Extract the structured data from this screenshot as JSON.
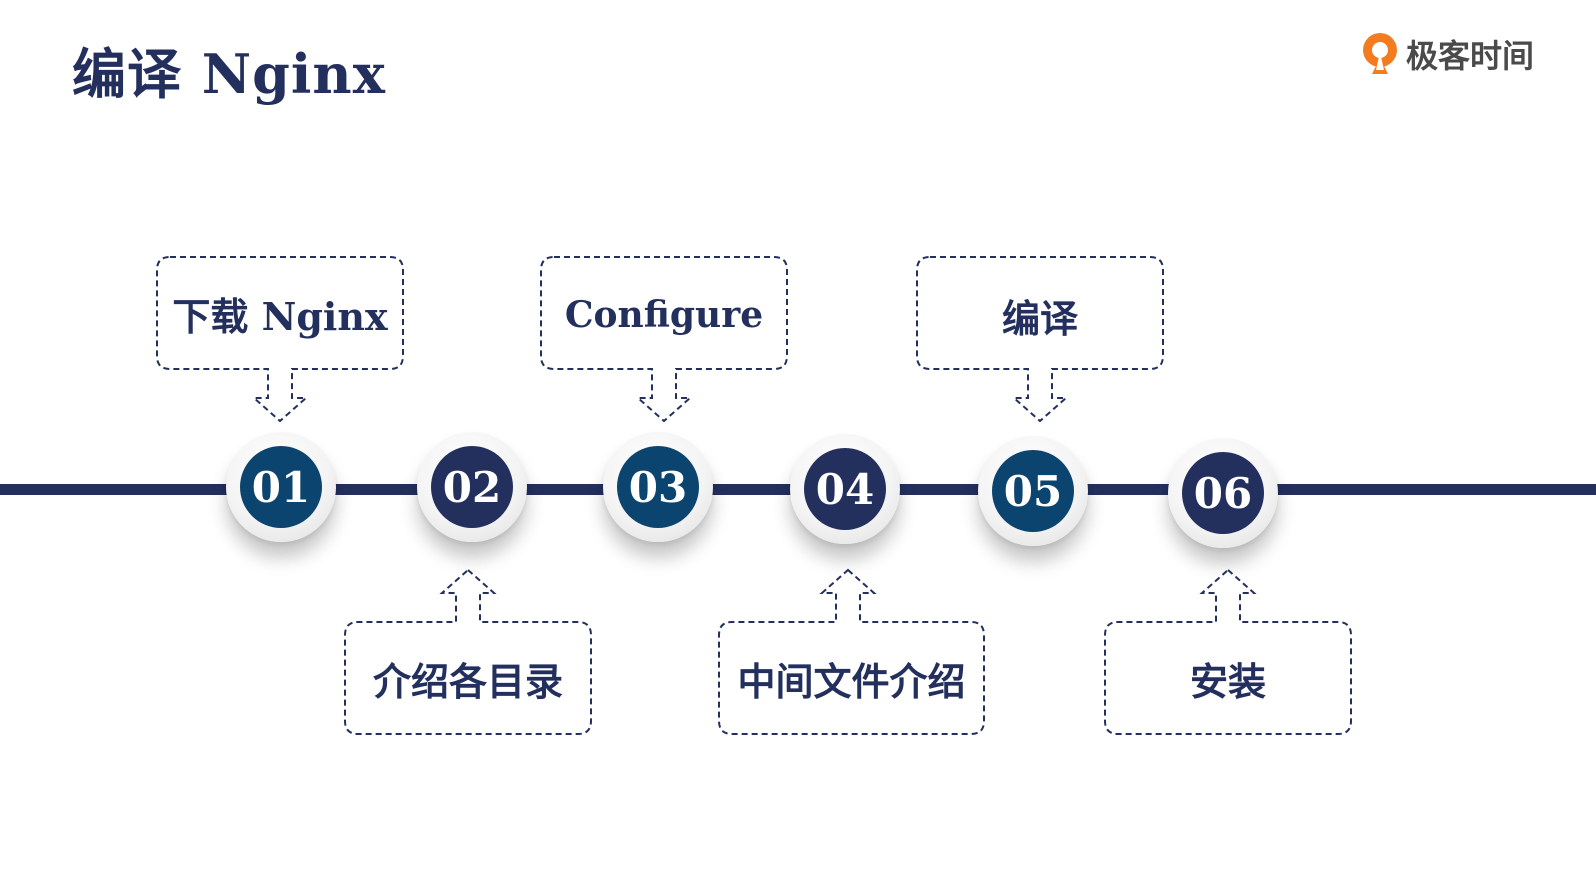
{
  "title": "编译 Nginx",
  "logo": {
    "icon": "geektime-logo-icon",
    "text": "极客时间",
    "accent": "#f47c20"
  },
  "colors": {
    "navy": "#23305e",
    "teal_navy": "#0c4470",
    "white": "#ffffff"
  },
  "steps": [
    {
      "number": "01",
      "label": "下载 Nginx",
      "color": "#0c4470",
      "callout": "top"
    },
    {
      "number": "02",
      "label": "介绍各目录",
      "color": "#23305e",
      "callout": "bottom"
    },
    {
      "number": "03",
      "label": "Configure",
      "color": "#0c4470",
      "callout": "top"
    },
    {
      "number": "04",
      "label": "中间文件介绍",
      "color": "#23305e",
      "callout": "bottom"
    },
    {
      "number": "05",
      "label": "编译",
      "color": "#0c4470",
      "callout": "top"
    },
    {
      "number": "06",
      "label": "安装",
      "color": "#23305e",
      "callout": "bottom"
    }
  ]
}
